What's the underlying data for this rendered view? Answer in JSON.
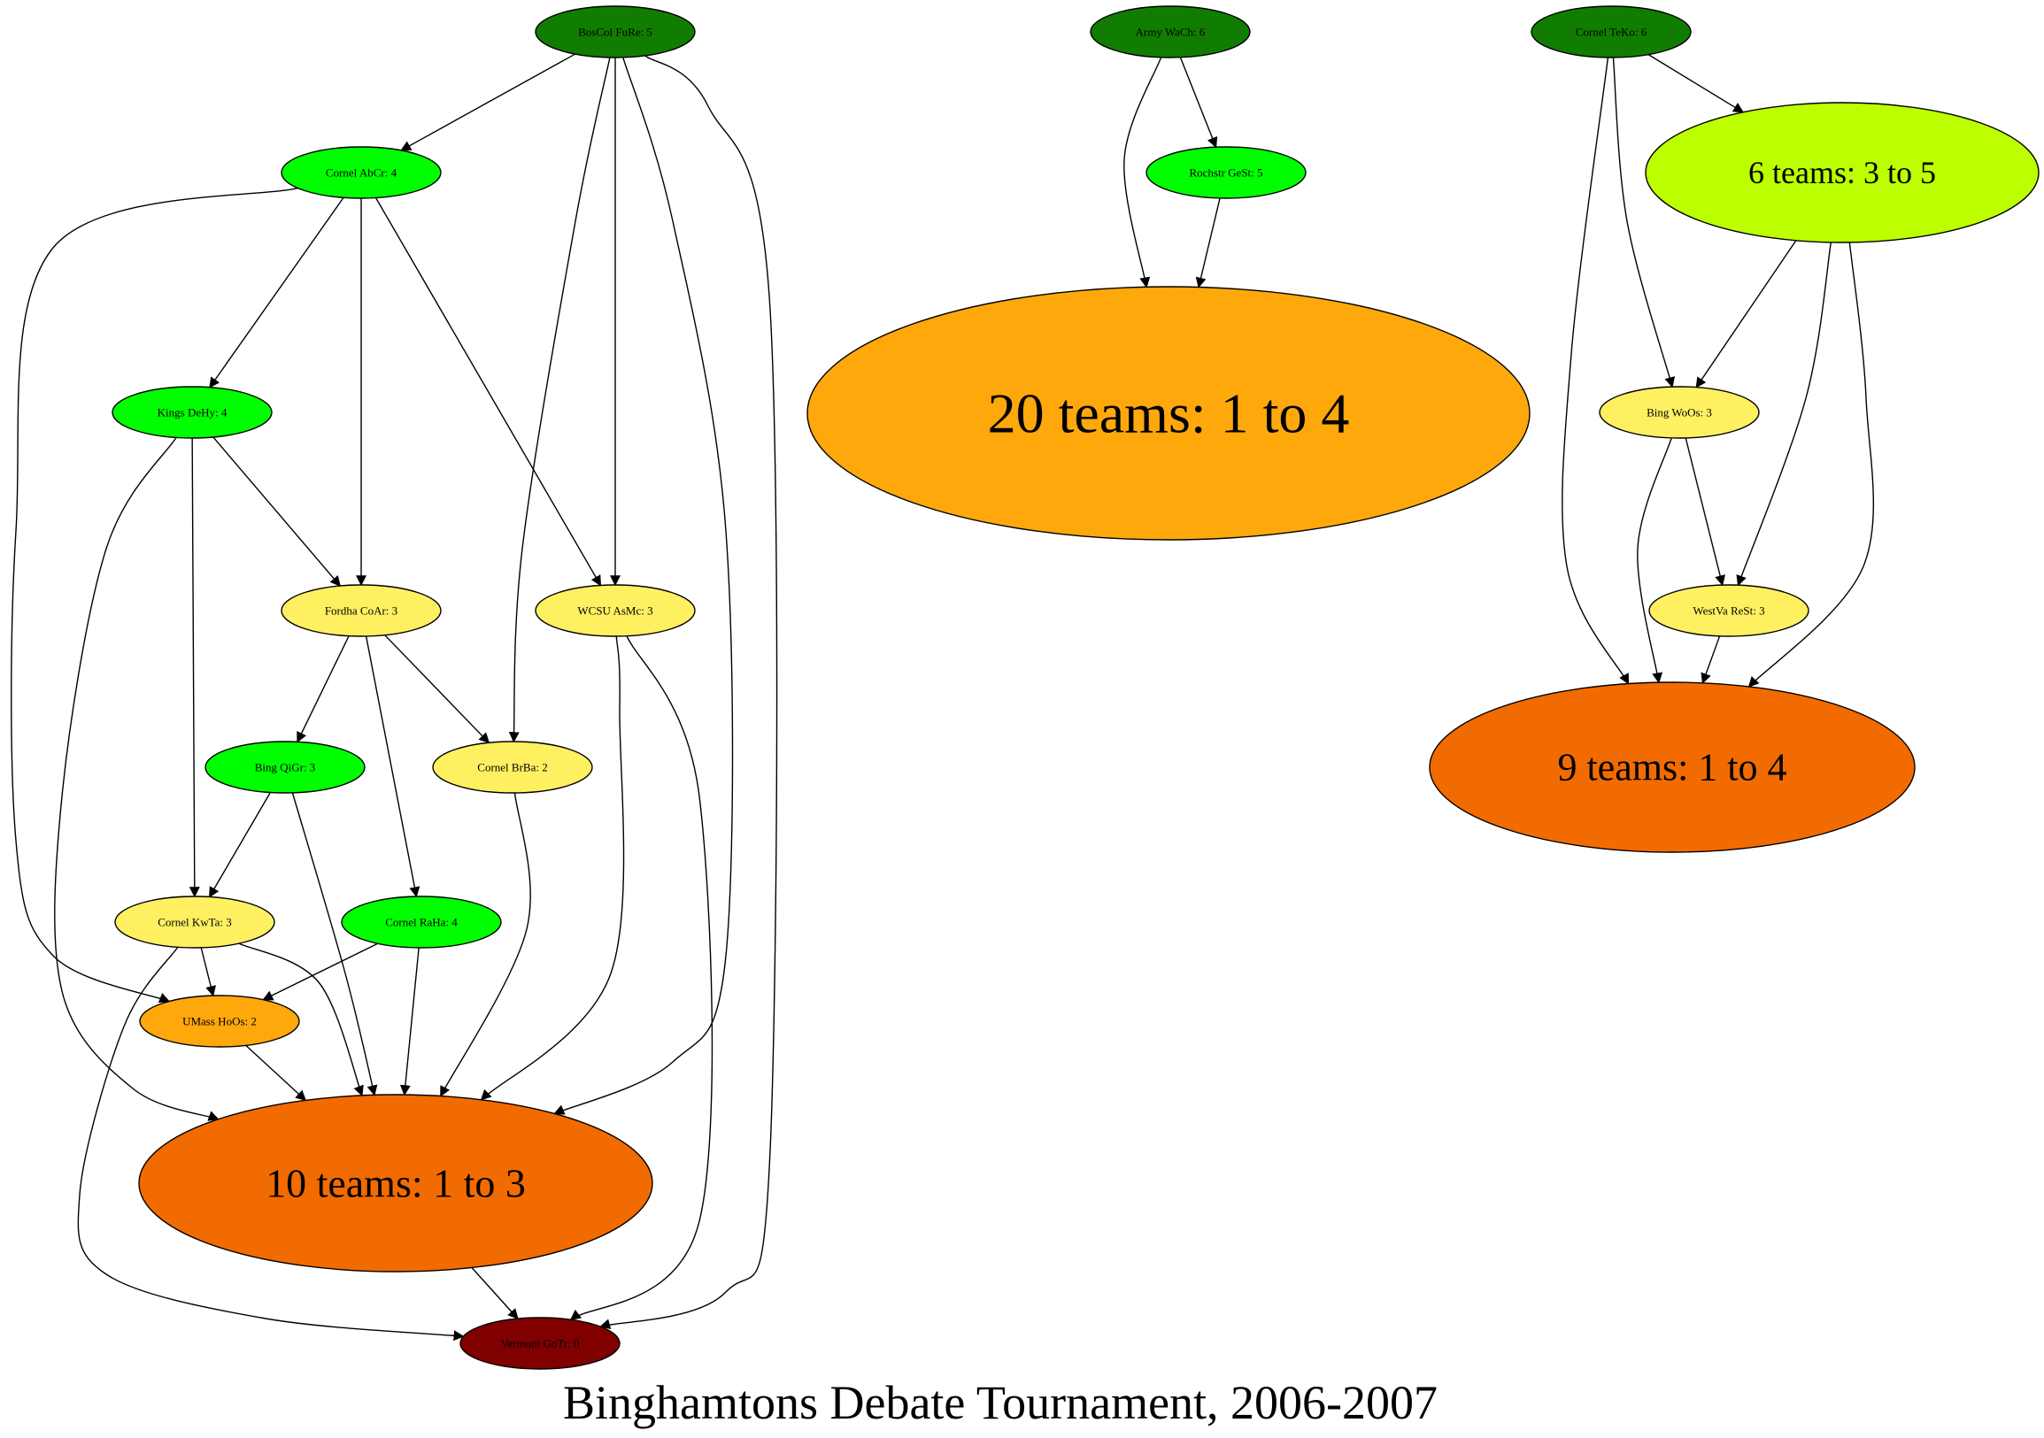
{
  "title": "Binghamtons Debate Tournament, 2006-2007",
  "colors": {
    "dark_green": "#117D00",
    "bright_green": "#00FF00",
    "yellow": "#FFF062",
    "lime": "#BBFF00",
    "orange": "#FFA80C",
    "dark_orange": "#F26B00",
    "maroon": "#800000"
  },
  "nodes": [
    {
      "id": "boscol",
      "label": "BosCol FuRe: 5",
      "color": "dark_green"
    },
    {
      "id": "armywach",
      "label": "Army WaCh: 6",
      "color": "dark_green"
    },
    {
      "id": "corneltek",
      "label": "Cornel TeKo: 6",
      "color": "dark_green"
    },
    {
      "id": "cornelabcr",
      "label": "Cornel AbCr: 4",
      "color": "bright_green"
    },
    {
      "id": "rochstr",
      "label": "Rochstr GeSt: 5",
      "color": "bright_green"
    },
    {
      "id": "six",
      "label": "6 teams: 3 to 5",
      "color": "lime"
    },
    {
      "id": "twenty",
      "label": "20 teams: 1 to 4",
      "color": "orange"
    },
    {
      "id": "kings",
      "label": "Kings DeHy: 4",
      "color": "bright_green"
    },
    {
      "id": "bingwoos",
      "label": "Bing WoOs: 3",
      "color": "yellow"
    },
    {
      "id": "fordha",
      "label": "Fordha CoAr: 3",
      "color": "yellow"
    },
    {
      "id": "wcsu",
      "label": "WCSU AsMc: 3",
      "color": "yellow"
    },
    {
      "id": "westva",
      "label": "WestVa ReSt: 3",
      "color": "yellow"
    },
    {
      "id": "nine",
      "label": "9 teams: 1 to 4",
      "color": "dark_orange"
    },
    {
      "id": "bingqigr",
      "label": "Bing QiGr: 3",
      "color": "bright_green"
    },
    {
      "id": "cornelbrba",
      "label": "Cornel BrBa: 2",
      "color": "yellow"
    },
    {
      "id": "cornelkwta",
      "label": "Cornel KwTa: 3",
      "color": "yellow"
    },
    {
      "id": "cornelraha",
      "label": "Cornel RaHa: 4",
      "color": "bright_green"
    },
    {
      "id": "umass",
      "label": "UMass  HoOs: 2",
      "color": "orange"
    },
    {
      "id": "ten",
      "label": "10 teams: 1 to 3",
      "color": "dark_orange"
    },
    {
      "id": "vermont",
      "label": "Vermont GoTr: 0",
      "color": "maroon"
    }
  ],
  "edges": [
    {
      "from": "boscol",
      "to": "cornelabcr"
    },
    {
      "from": "boscol",
      "to": "wcsu"
    },
    {
      "from": "boscol",
      "to": "cornelbrba"
    },
    {
      "from": "boscol",
      "to": "ten"
    },
    {
      "from": "boscol",
      "to": "vermont"
    },
    {
      "from": "cornelabcr",
      "to": "kings"
    },
    {
      "from": "cornelabcr",
      "to": "fordha"
    },
    {
      "from": "cornelabcr",
      "to": "wcsu"
    },
    {
      "from": "cornelabcr",
      "to": "umass"
    },
    {
      "from": "kings",
      "to": "fordha"
    },
    {
      "from": "kings",
      "to": "cornelkwta"
    },
    {
      "from": "kings",
      "to": "ten"
    },
    {
      "from": "fordha",
      "to": "bingqigr"
    },
    {
      "from": "fordha",
      "to": "cornelbrba"
    },
    {
      "from": "fordha",
      "to": "cornelraha"
    },
    {
      "from": "bingqigr",
      "to": "cornelkwta"
    },
    {
      "from": "bingqigr",
      "to": "ten"
    },
    {
      "from": "cornelkwta",
      "to": "umass"
    },
    {
      "from": "cornelkwta",
      "to": "ten"
    },
    {
      "from": "cornelkwta",
      "to": "vermont"
    },
    {
      "from": "cornelraha",
      "to": "umass"
    },
    {
      "from": "cornelraha",
      "to": "ten"
    },
    {
      "from": "umass",
      "to": "ten"
    },
    {
      "from": "cornelbrba",
      "to": "ten"
    },
    {
      "from": "wcsu",
      "to": "ten"
    },
    {
      "from": "wcsu",
      "to": "vermont"
    },
    {
      "from": "ten",
      "to": "vermont"
    },
    {
      "from": "armywach",
      "to": "rochstr"
    },
    {
      "from": "armywach",
      "to": "twenty"
    },
    {
      "from": "rochstr",
      "to": "twenty"
    },
    {
      "from": "corneltek",
      "to": "six"
    },
    {
      "from": "corneltek",
      "to": "bingwoos"
    },
    {
      "from": "corneltek",
      "to": "nine"
    },
    {
      "from": "six",
      "to": "bingwoos"
    },
    {
      "from": "six",
      "to": "westva"
    },
    {
      "from": "six",
      "to": "nine"
    },
    {
      "from": "bingwoos",
      "to": "westva"
    },
    {
      "from": "bingwoos",
      "to": "nine"
    },
    {
      "from": "westva",
      "to": "nine"
    }
  ]
}
